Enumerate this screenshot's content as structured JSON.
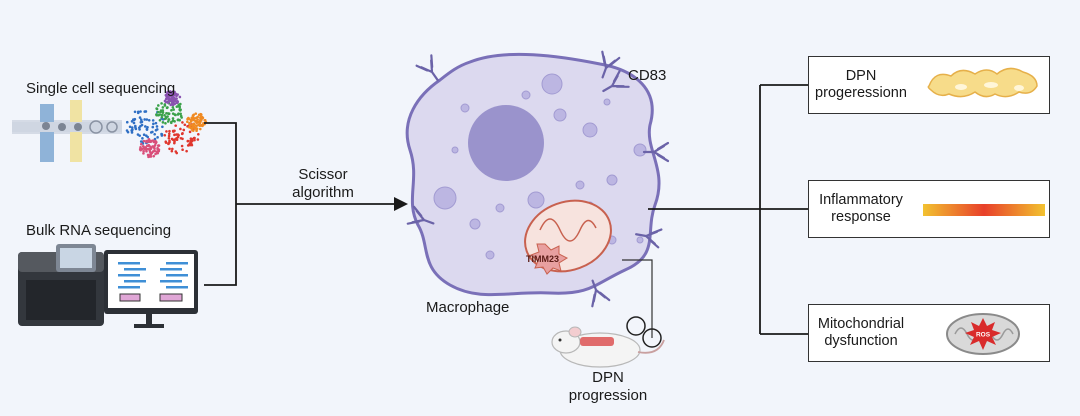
{
  "inputs": {
    "single_cell": "Single cell sequencing",
    "bulk_rna": "Bulk RNA sequencing"
  },
  "method": "Scissor\nalgorithm",
  "cell": {
    "marker": "CD83",
    "organelle": "TIMM23",
    "type": "Macrophage"
  },
  "model": "DPN\nprogression",
  "outcomes": [
    {
      "label": "DPN\nprogeressionn"
    },
    {
      "label": "Inflammatory\nresponse"
    },
    {
      "label": "Mitochondrial\ndysfunction",
      "badge": "ROS"
    }
  ],
  "colors": {
    "background": "#f2f5fb",
    "cell_membrane": "#7a70b8",
    "cell_fill": "#dcd9ef",
    "nucleus": "#9a93cc",
    "receptor": "#6b63a8",
    "mitochondria": "#c8614f",
    "gradient_edge": "#f2c230",
    "gradient_center": "#e8402a",
    "ros_burst": "#d92b2b"
  }
}
